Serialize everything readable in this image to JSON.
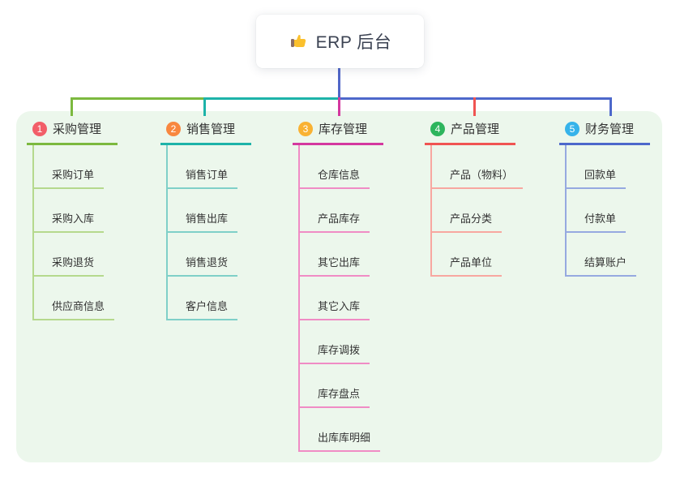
{
  "root": {
    "label": "ERP 后台",
    "icon": "thumbs-up",
    "stem_color": "#5167c8"
  },
  "canvas": {
    "background": "#ffffff",
    "panel_background": "#ecf7ec"
  },
  "connector": {
    "segment_colors": [
      "#7cb93f",
      "#1db3a9",
      "#4d68cb"
    ],
    "drop_colors": [
      "#7cb93f",
      "#1db3a9",
      "#d4389f",
      "#f05452",
      "#4d68cb"
    ]
  },
  "branches": [
    {
      "index": "1",
      "label": "采购管理",
      "badge_color": "#f25e68",
      "line_color": "#7cb93f",
      "light_color": "#b5d98d",
      "children": [
        "采购订单",
        "采购入库",
        "采购退货",
        "供应商信息"
      ]
    },
    {
      "index": "2",
      "label": "销售管理",
      "badge_color": "#f8873f",
      "line_color": "#1db3a9",
      "light_color": "#7fd0c8",
      "children": [
        "销售订单",
        "销售出库",
        "销售退货",
        "客户信息"
      ]
    },
    {
      "index": "3",
      "label": "库存管理",
      "badge_color": "#f9b233",
      "line_color": "#d4389f",
      "light_color": "#f08cc5",
      "children": [
        "仓库信息",
        "产品库存",
        "其它出库",
        "其它入库",
        "库存调拨",
        "库存盘点",
        "出库库明细"
      ]
    },
    {
      "index": "4",
      "label": "产品管理",
      "badge_color": "#2db55d",
      "line_color": "#f05452",
      "light_color": "#f8a7a0",
      "children": [
        "产品（物料）",
        "产品分类",
        "产品单位"
      ]
    },
    {
      "index": "5",
      "label": "财务管理",
      "badge_color": "#36b3ea",
      "line_color": "#4d68cb",
      "light_color": "#96a9e0",
      "children": [
        "回款单",
        "付款单",
        "结算账户"
      ]
    }
  ]
}
